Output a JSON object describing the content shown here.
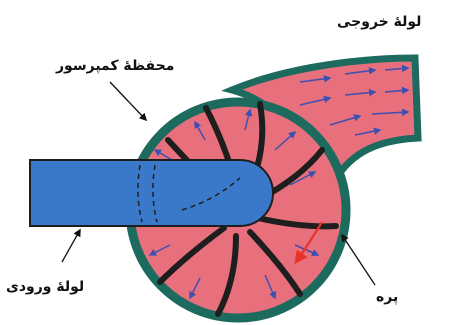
{
  "labels": {
    "outlet_pipe": "لولهٔ خروجی",
    "compressor_casing": "محفظهٔ کمپرسور",
    "inlet_pipe": "لولهٔ ورودی",
    "blade": "پره"
  },
  "colors": {
    "casing": "#1d6a5e",
    "air_flow": "#e8707c",
    "inlet_pipe": "#3a78c9",
    "blade": "#1e1e1e",
    "arrows": "#3d4fb0",
    "rotation_arrow": "#e8322a"
  }
}
